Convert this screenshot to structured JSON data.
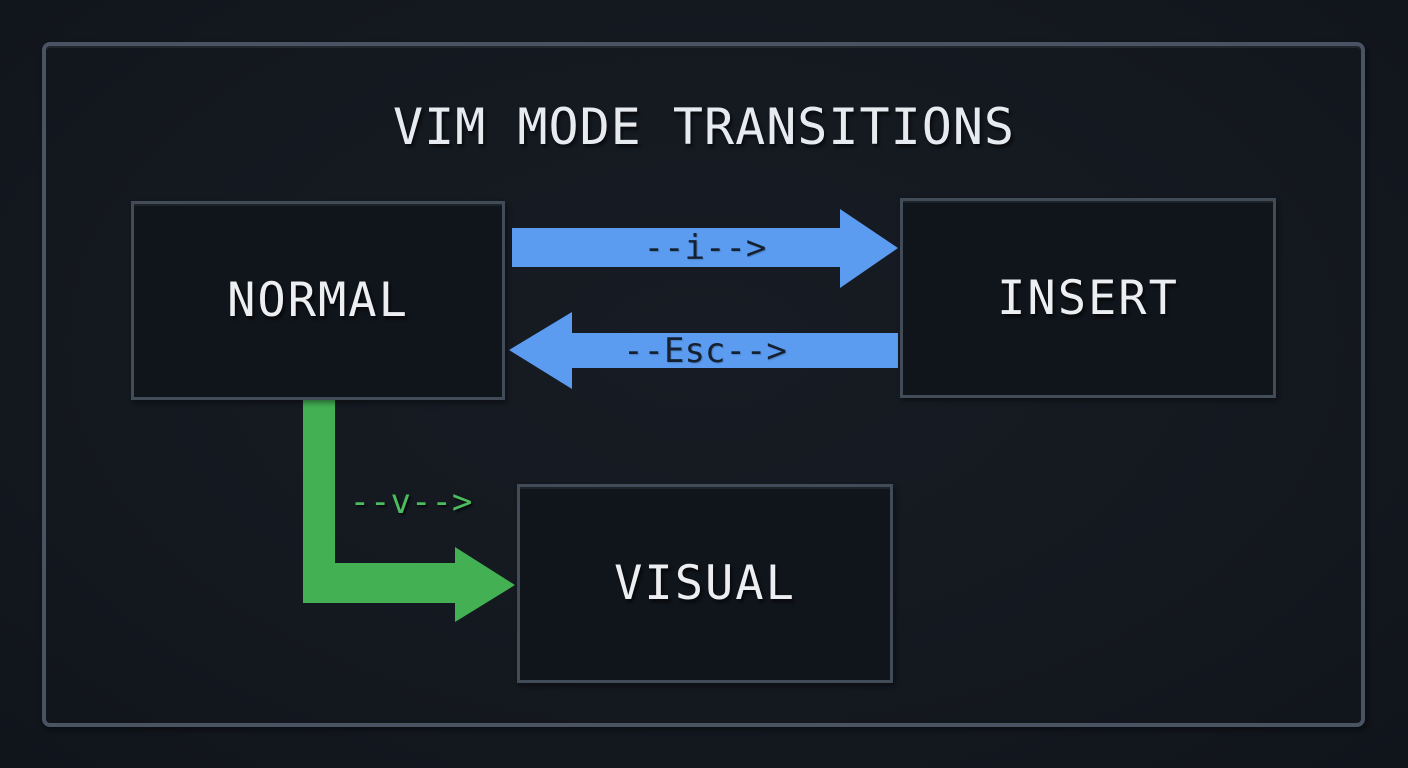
{
  "title": "VIM MODE TRANSITIONS",
  "nodes": {
    "normal": {
      "label": "NORMAL"
    },
    "insert": {
      "label": "INSERT"
    },
    "visual": {
      "label": "VISUAL"
    }
  },
  "transitions": {
    "normal_to_insert": {
      "from": "NORMAL",
      "to": "INSERT",
      "key": "i",
      "label": "--i-->"
    },
    "insert_to_normal": {
      "from": "INSERT",
      "to": "NORMAL",
      "key": "Esc",
      "label": "--Esc-->"
    },
    "normal_to_visual": {
      "from": "NORMAL",
      "to": "VISUAL",
      "key": "v",
      "label": "--v-->"
    }
  },
  "colors": {
    "background": "#14181f",
    "frame_border": "#4a5362",
    "box_border": "#424b58",
    "box_fill": "#10151c",
    "text": "#e7eaee",
    "arrow_blue": "#5b9bf0",
    "arrow_green": "#43b153",
    "arrow_label_dark": "#152130",
    "green_label_text": "#4cbd5e"
  }
}
